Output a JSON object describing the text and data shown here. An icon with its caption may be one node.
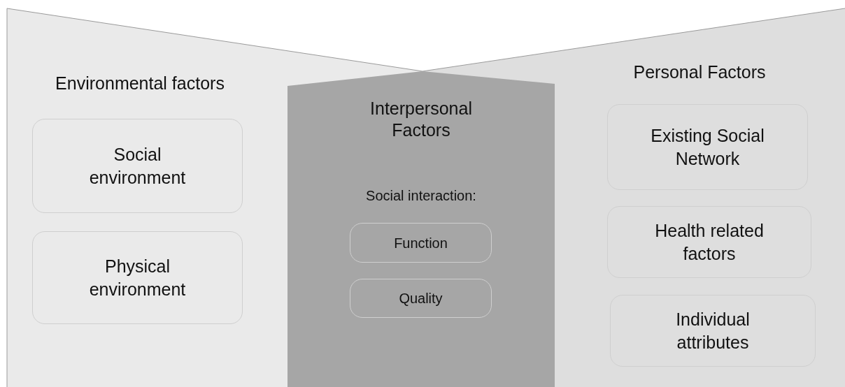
{
  "diagram": {
    "nodes": [
      {
        "text": [
          "Environmental factors"
        ]
      },
      {
        "text": [
          "Social environment"
        ],
        "in": 0
      },
      {
        "text": [
          "Physical environment"
        ],
        "in": 0
      },
      {
        "text": [
          "Personal Factors"
        ]
      },
      {
        "text": [
          "Existing Social Network"
        ],
        "in": 3
      },
      {
        "text": [
          "Health related factors"
        ],
        "in": 3
      },
      {
        "text": [
          "Individual attributes"
        ],
        "in": 3
      },
      {
        "text": [
          "Interpersonal Factors",
          "Social interaction:"
        ]
      },
      {
        "text": [
          "Function"
        ],
        "in": 7
      },
      {
        "text": [
          "Quality"
        ],
        "in": 7
      }
    ]
  }
}
